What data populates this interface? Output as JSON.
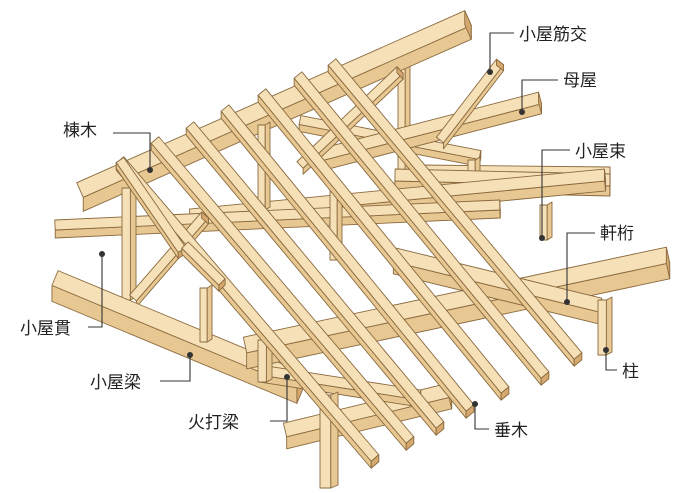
{
  "colors": {
    "wood_top": "#F6E0B8",
    "wood_side": "#E8C892",
    "wood_dark": "#D4A86E",
    "wood_outline": "#8A6A3E",
    "leader": "#333333",
    "dot": "#333333"
  },
  "labels": {
    "ridge": "棟木",
    "roof_brace": "小屋筋交",
    "purlin": "母屋",
    "roof_strut": "小屋束",
    "eave_beam": "軒桁",
    "tie": "小屋貫",
    "roof_beam": "小屋梁",
    "corner_brace": "火打梁",
    "rafter": "垂木",
    "post": "柱"
  }
}
